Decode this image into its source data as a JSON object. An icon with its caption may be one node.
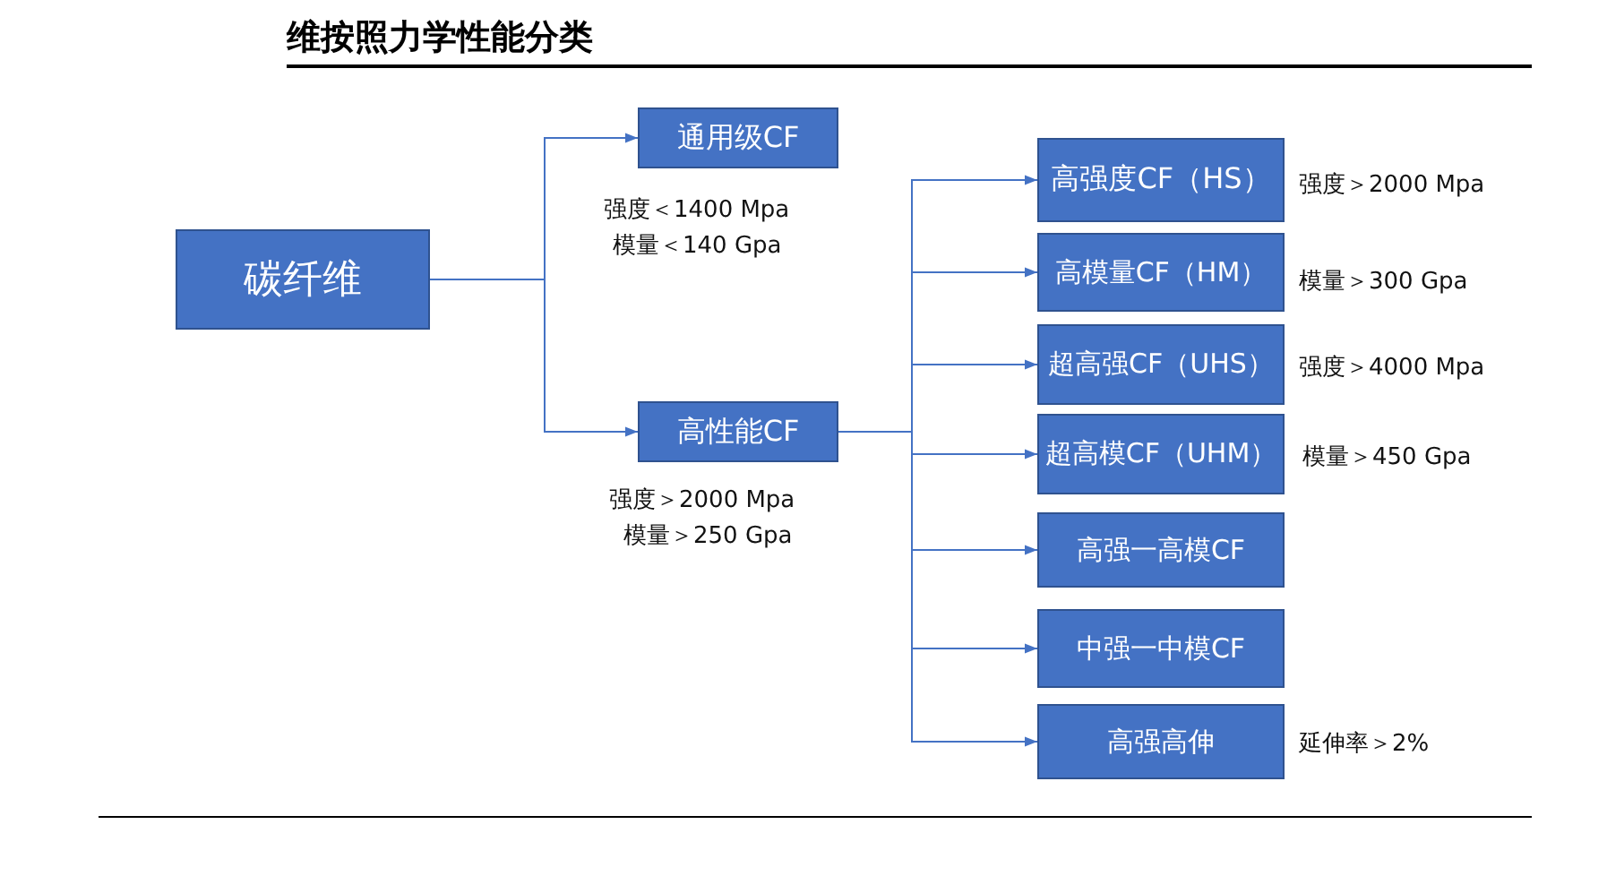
{
  "diagram": {
    "title": "维按照力学性能分类",
    "nodes": [
      {
        "text": [
          "碳纤维"
        ]
      },
      {
        "text": [
          "通用级CF"
        ],
        "beside": [
          "强度＜1400 Mpa",
          "模量＜140 Gpa"
        ]
      },
      {
        "text": [
          "高性能CF"
        ],
        "beside": [
          "强度＞2000 Mpa",
          "模量＞250 Gpa"
        ]
      },
      {
        "text": [
          "高强度CF（HS）"
        ],
        "beside": [
          "强度＞2000 Mpa"
        ]
      },
      {
        "text": [
          "高模量CF（HM）"
        ],
        "beside": [
          "模量＞300 Gpa"
        ]
      },
      {
        "text": [
          "超高强CF（UHS）"
        ],
        "beside": [
          "强度＞4000 Mpa"
        ]
      },
      {
        "text": [
          "超高模CF（UHM）"
        ],
        "beside": [
          "模量＞450 Gpa"
        ]
      },
      {
        "text": [
          "高强一高模CF"
        ]
      },
      {
        "text": [
          "中强一中模CF"
        ]
      },
      {
        "text": [
          "高强高伸"
        ],
        "beside": [
          "延伸率＞2%"
        ]
      }
    ],
    "edges": [
      {
        "from": 0,
        "to": 1,
        "arrow": "to"
      },
      {
        "from": 0,
        "to": 2,
        "arrow": "to"
      },
      {
        "from": 2,
        "to": 3,
        "arrow": "to"
      },
      {
        "from": 2,
        "to": 4,
        "arrow": "to"
      },
      {
        "from": 2,
        "to": 5,
        "arrow": "to"
      },
      {
        "from": 2,
        "to": 6,
        "arrow": "to"
      },
      {
        "from": 2,
        "to": 7,
        "arrow": "to"
      },
      {
        "from": 2,
        "to": 8,
        "arrow": "to"
      },
      {
        "from": 2,
        "to": 9,
        "arrow": "to"
      }
    ]
  }
}
